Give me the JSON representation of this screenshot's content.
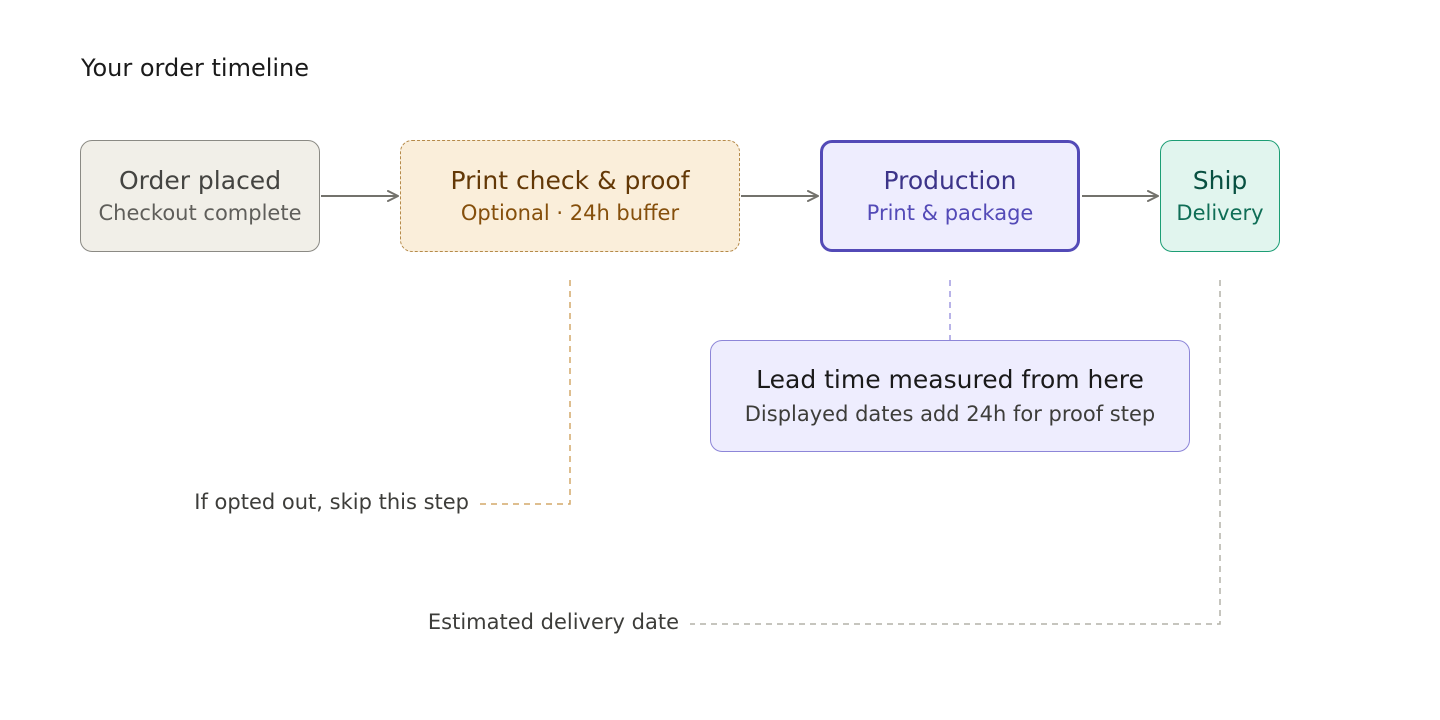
{
  "heading": "Your order timeline",
  "steps": [
    {
      "title": "Order placed",
      "subtitle": "Checkout complete"
    },
    {
      "title": "Print check & proof",
      "subtitle": "Optional · 24h buffer"
    },
    {
      "title": "Production",
      "subtitle": "Print & package"
    },
    {
      "title": "Ship",
      "subtitle": "Delivery"
    }
  ],
  "callout": {
    "title": "Lead time measured from here",
    "subtitle": "Displayed dates add 24h for proof step"
  },
  "notes": {
    "skip": "If opted out, skip this step",
    "eta": "Estimated delivery date"
  },
  "colors": {
    "arrow": "#73726c",
    "proof_leader": "#d4a86a",
    "production_leader": "#a09ae0",
    "ship_leader": "#b4b2a9",
    "production_accent": "#534ab7",
    "ship_accent": "#1d9e75",
    "proof_accent": "#b58a4a"
  },
  "icons": {
    "connector": "arrow-right-icon"
  }
}
